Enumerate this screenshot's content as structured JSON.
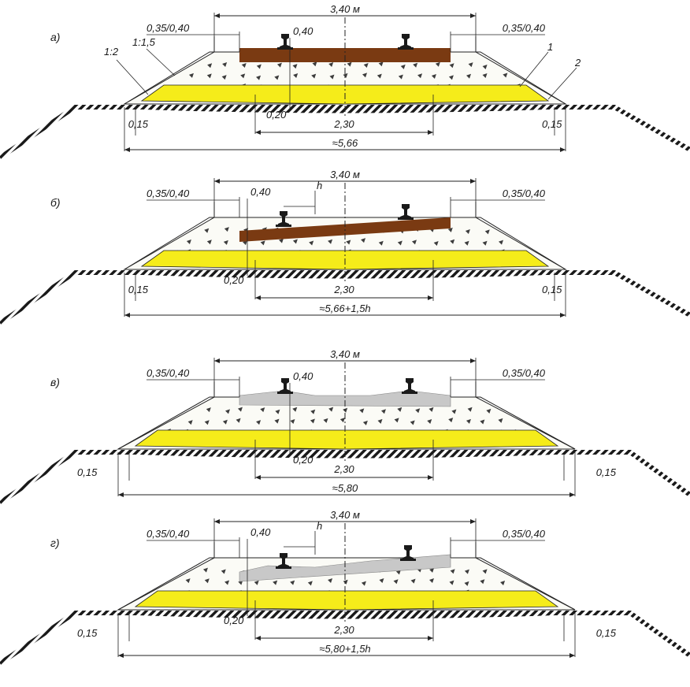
{
  "colors": {
    "sand": "#f5ec1a",
    "sleeper_wood": "#7a3a12",
    "sleeper_concrete": "#c8c8c8",
    "ballast_fill": "#fbfbf6",
    "ballast_chip": "#3c3c3c",
    "line": "#222222"
  },
  "panels": [
    {
      "id": "a",
      "label": "а)",
      "sleeper": "wood",
      "superelevation": false,
      "top_width": "3,40 м",
      "shoulder_left": "0,35/0,40",
      "shoulder_right": "0,35/0,40",
      "top_dim": "0,40",
      "sand_dim": "0,20",
      "base_dim": "2,30",
      "edge_left": "0,15",
      "edge_right": "0,15",
      "bottom_width": "≈5,66",
      "slope_outer": "1:2",
      "slope_inner": "1:1,5",
      "callout_1": "1",
      "callout_2": "2",
      "h_label": ""
    },
    {
      "id": "b",
      "label": "б)",
      "sleeper": "wood",
      "superelevation": true,
      "top_width": "3,40 м",
      "shoulder_left": "0,35/0,40",
      "shoulder_right": "0,35/0,40",
      "top_dim": "0,40",
      "sand_dim": "0,20",
      "base_dim": "2,30",
      "edge_left": "0,15",
      "edge_right": "0,15",
      "bottom_width": "≈5,66+1,5h",
      "slope_outer": "",
      "slope_inner": "",
      "callout_1": "",
      "callout_2": "",
      "h_label": "h"
    },
    {
      "id": "v",
      "label": "в)",
      "sleeper": "concrete",
      "superelevation": false,
      "top_width": "3,40 м",
      "shoulder_left": "0,35/0,40",
      "shoulder_right": "0,35/0,40",
      "top_dim": "0,40",
      "sand_dim": "0,20",
      "base_dim": "2,30",
      "edge_left": "0,15",
      "edge_right": "0,15",
      "bottom_width": "≈5,80",
      "slope_outer": "",
      "slope_inner": "",
      "callout_1": "",
      "callout_2": "",
      "h_label": ""
    },
    {
      "id": "g",
      "label": "г)",
      "sleeper": "concrete",
      "superelevation": true,
      "top_width": "3,40 м",
      "shoulder_left": "0,35/0,40",
      "shoulder_right": "0,35/0,40",
      "top_dim": "0,40",
      "sand_dim": "0,20",
      "base_dim": "2,30",
      "edge_left": "0,15",
      "edge_right": "0,15",
      "bottom_width": "≈5,80+1,5h",
      "slope_outer": "",
      "slope_inner": "",
      "callout_1": "",
      "callout_2": "",
      "h_label": "h"
    }
  ]
}
